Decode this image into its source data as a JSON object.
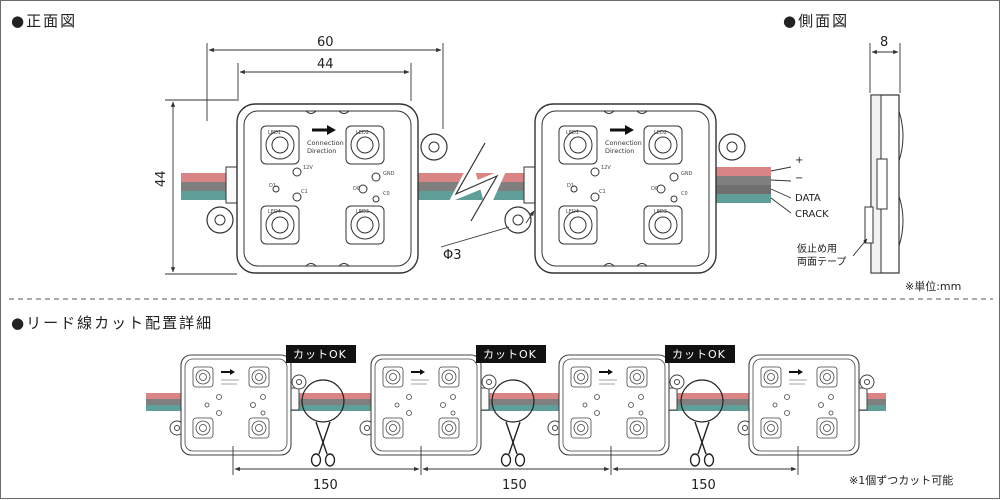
{
  "sections": {
    "front_view": "●正面図",
    "side_view": "●側面図",
    "cut_detail": "●リード線カット配置詳細"
  },
  "dimensions": {
    "width_outer": "60",
    "width_inner": "44",
    "height": "44",
    "hole": "Φ3",
    "depth": "8",
    "pitch": "150"
  },
  "module": {
    "arrow_text_1": "Connection",
    "arrow_text_2": "Direction",
    "leds": [
      "LED1",
      "LED2",
      "LED3",
      "LED4"
    ],
    "pads": [
      "12V",
      "GND",
      "D1",
      "C1",
      "D0",
      "C0"
    ]
  },
  "wires": {
    "plus": "+",
    "minus": "−",
    "data": "DATA",
    "crack": "CRACK"
  },
  "tape_note_1": "仮止め用",
  "tape_note_2": "両面テープ",
  "unit_note": "※単位:mm",
  "cut_label": "カットOK",
  "cut_note": "※1個ずつカット可能",
  "colors": {
    "wire_red": "#d98585",
    "wire_gray": "#7f7f7f",
    "wire_teal": "#5f9f97",
    "label_bg": "#111111"
  }
}
